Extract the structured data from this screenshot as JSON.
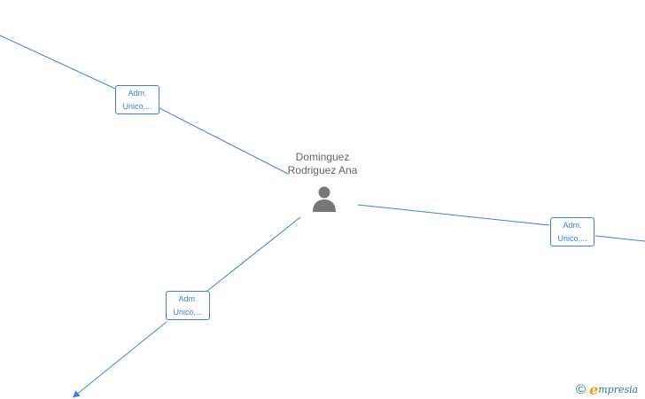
{
  "person": {
    "name_line1": "Dominguez",
    "name_line2": "Rodriguez Ana",
    "icon": "person-silhouette-icon"
  },
  "relations": [
    {
      "line1": "Adm.",
      "line2": "Unico,..."
    },
    {
      "line1": "Adm.",
      "line2": "Unico,..."
    },
    {
      "line1": "Adm.",
      "line2": "Unico,..."
    }
  ],
  "brand": {
    "copyright_symbol": "©",
    "initial": "e",
    "rest": "mpresia"
  },
  "colors": {
    "edge": "#3f7fd6",
    "box_border": "#3f7fd6",
    "box_text": "#3f7fd6",
    "person_text": "#666666",
    "person_icon": "#777777",
    "brand_teal": "#2d7a86",
    "brand_orange": "#f39c12"
  }
}
